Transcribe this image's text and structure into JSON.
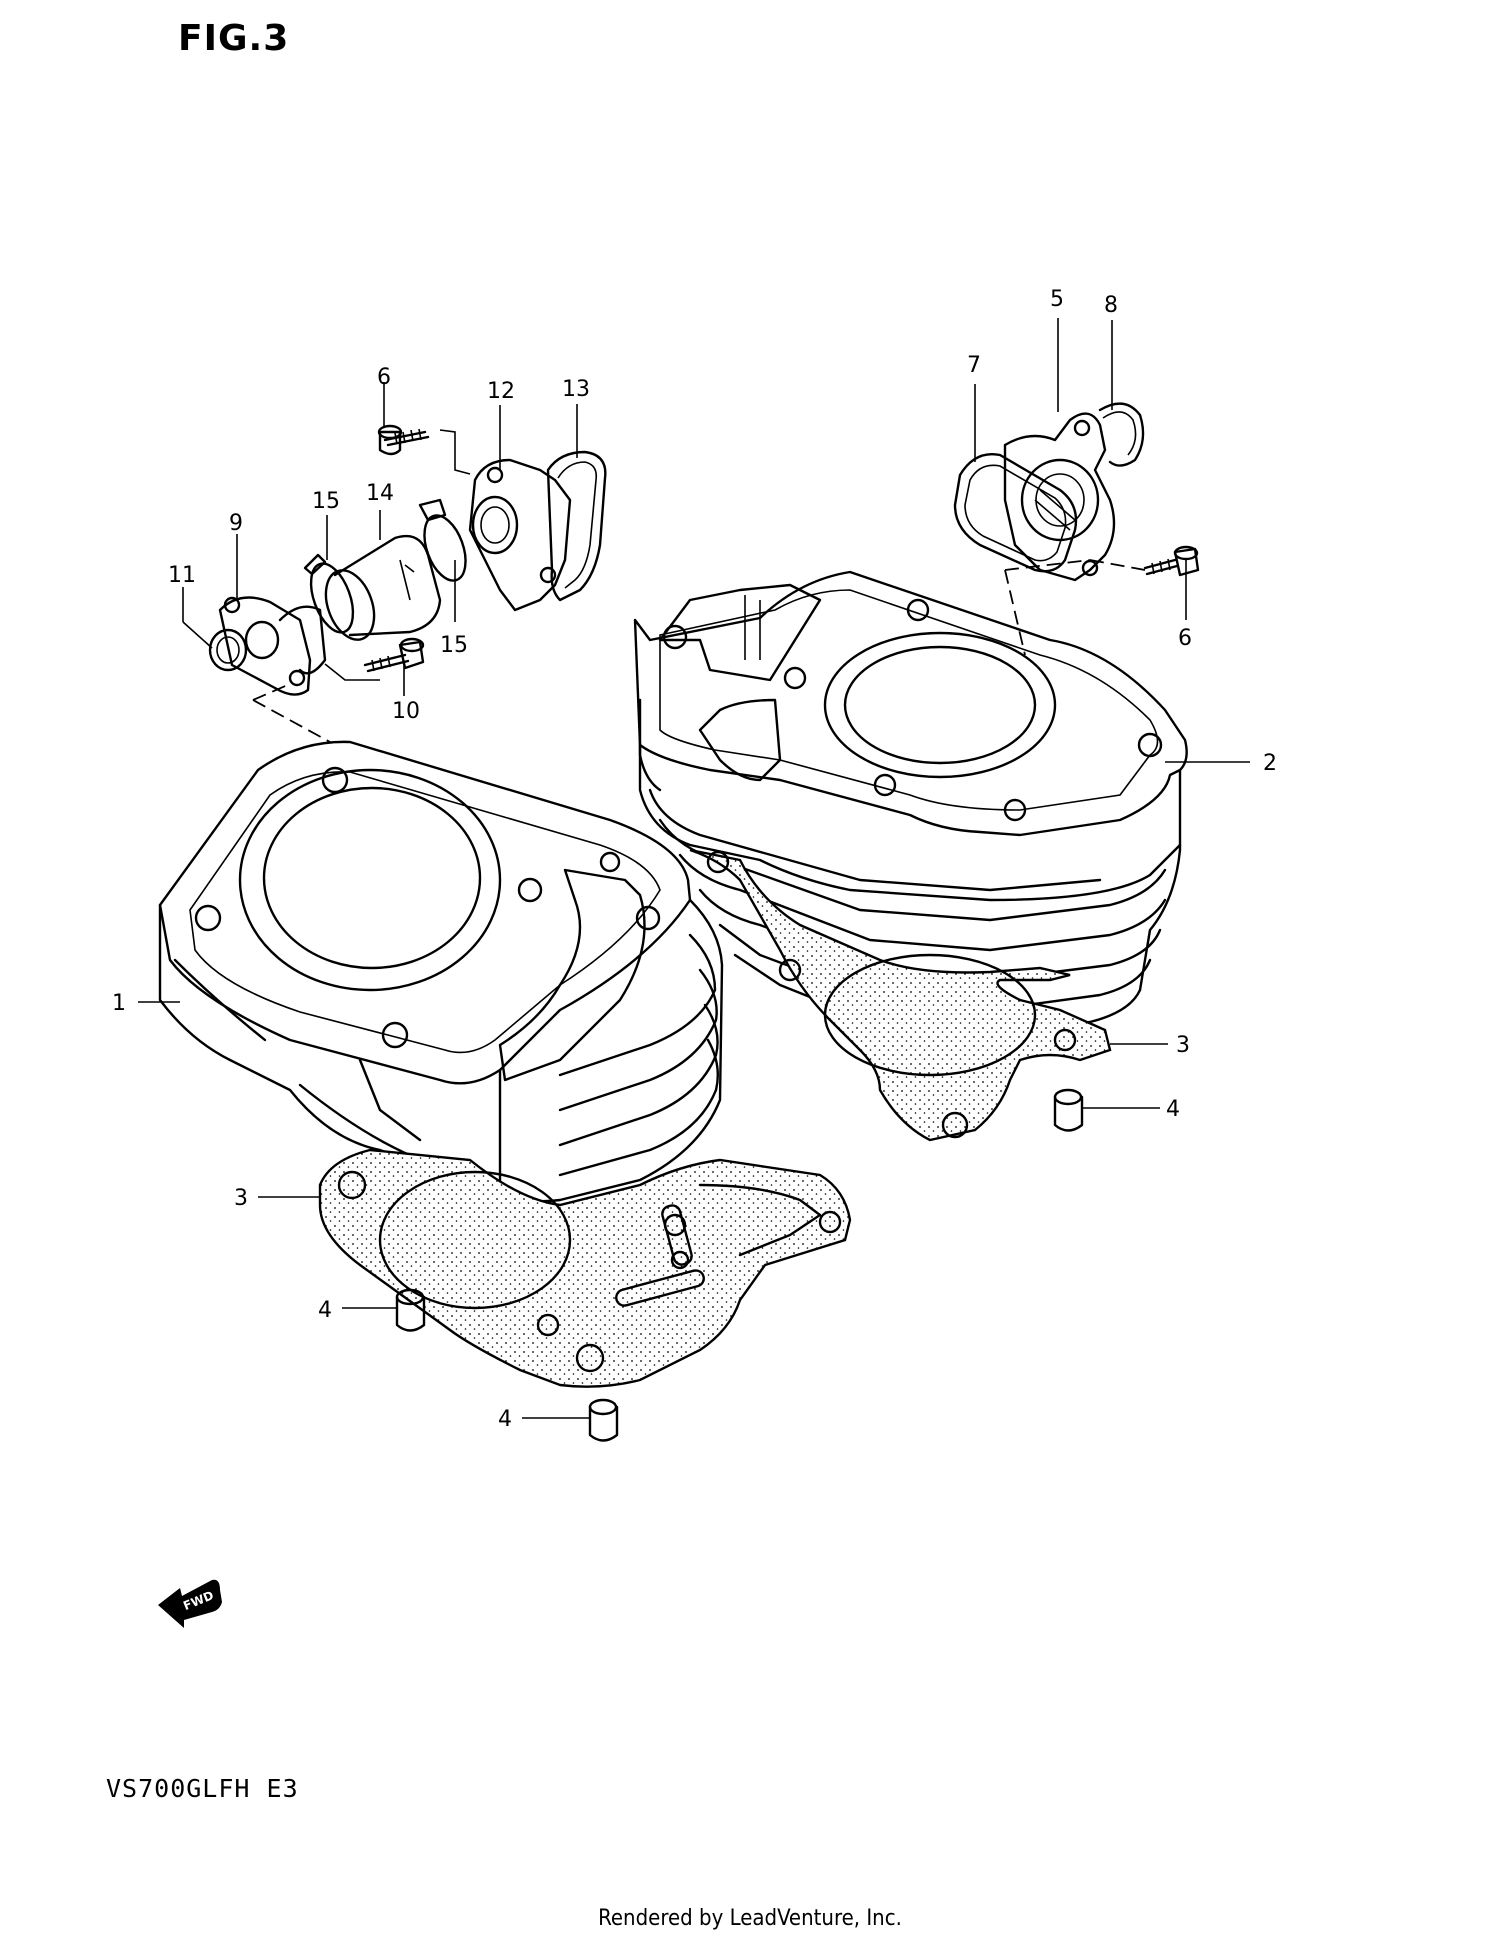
{
  "figure": {
    "title": "FIG.3"
  },
  "model": {
    "code": "VS700GLFH E3"
  },
  "footer": {
    "credit": "Rendered by LeadVenture, Inc."
  },
  "fwd_arrow": {
    "label": "FWD"
  },
  "callouts": [
    {
      "id": "c1",
      "label": "1"
    },
    {
      "id": "c2",
      "label": "2"
    },
    {
      "id": "c3a",
      "label": "3"
    },
    {
      "id": "c3b",
      "label": "3"
    },
    {
      "id": "c4a",
      "label": "4"
    },
    {
      "id": "c4b",
      "label": "4"
    },
    {
      "id": "c4c",
      "label": "4"
    },
    {
      "id": "c5",
      "label": "5"
    },
    {
      "id": "c6a",
      "label": "6"
    },
    {
      "id": "c6b",
      "label": "6"
    },
    {
      "id": "c7",
      "label": "7"
    },
    {
      "id": "c8",
      "label": "8"
    },
    {
      "id": "c9",
      "label": "9"
    },
    {
      "id": "c10",
      "label": "10"
    },
    {
      "id": "c11",
      "label": "11"
    },
    {
      "id": "c12",
      "label": "12"
    },
    {
      "id": "c13",
      "label": "13"
    },
    {
      "id": "c14",
      "label": "14"
    },
    {
      "id": "c15a",
      "label": "15"
    },
    {
      "id": "c15b",
      "label": "15"
    }
  ]
}
